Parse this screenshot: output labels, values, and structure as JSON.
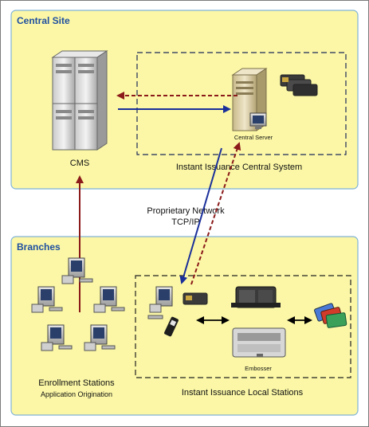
{
  "regions": {
    "central_site": "Central Site",
    "branches": "Branches"
  },
  "labels": {
    "cms": "CMS",
    "central_server": "Central Server",
    "central_system": "Instant Issuance Central System",
    "network_line1": "Proprietary Network",
    "network_line2": "TCP/IP",
    "embosser": "Embosser",
    "local_stations": "Instant Issuance Local Stations",
    "enrollment_stations": "Enrollment Stations",
    "application_origination": "Application Origination"
  },
  "colors": {
    "region_fill": "#fbf7a6",
    "region_border": "#7fb3d8",
    "region_title": "#1f4fa0",
    "blue_arrow": "#1a2f9a",
    "red_arrow": "#8b1a1a"
  }
}
